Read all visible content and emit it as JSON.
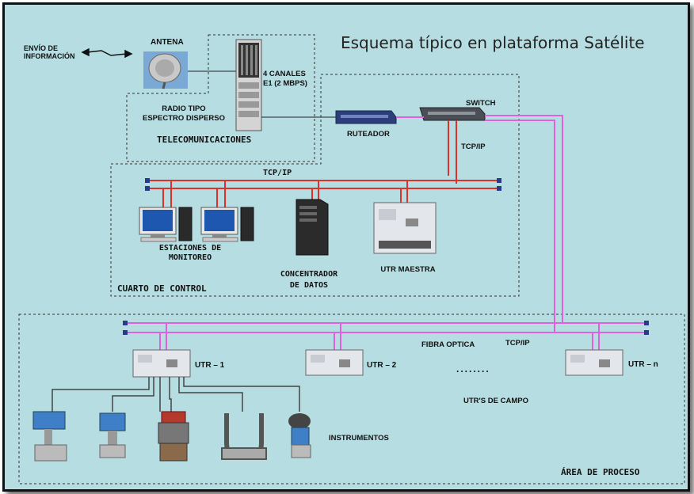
{
  "title": "Esquema típico en plataforma Satélite",
  "telecom": {
    "envio": "ENVÍO DE INFORMACIÓN",
    "antena": "ANTENA",
    "canales": "4 CANALES E1 (2 MBPS)",
    "radio": "RADIO TIPO ESPECTRO DISPERSO",
    "zone": "TELECOMUNICACIONES",
    "ruteador": "RUTEADOR",
    "switch": "SWITCH",
    "tcpip_switch": "TCP/IP"
  },
  "control": {
    "tcpip": "TCP/IP",
    "estaciones": "ESTACIONES DE MONITOREO",
    "concentrador": "CONCENTRADOR DE DATOS",
    "utr_maestra": "UTR MAESTRA",
    "zone": "CUARTO DE CONTROL"
  },
  "proceso": {
    "fibra": "FIBRA OPTICA",
    "tcpip": "TCP/IP",
    "utr1": "UTR – 1",
    "utr2": "UTR – 2",
    "utrn": "UTR – n",
    "dots": "........",
    "utrs_campo": "UTR'S DE CAMPO",
    "instrumentos": "INSTRUMENTOS",
    "zone": "ÁREA DE PROCESO"
  },
  "colors": {
    "background": "#b6dde1",
    "tcp_line": "#e0302a",
    "fiber_line": "#e060e0",
    "zone_border": "#333333"
  }
}
